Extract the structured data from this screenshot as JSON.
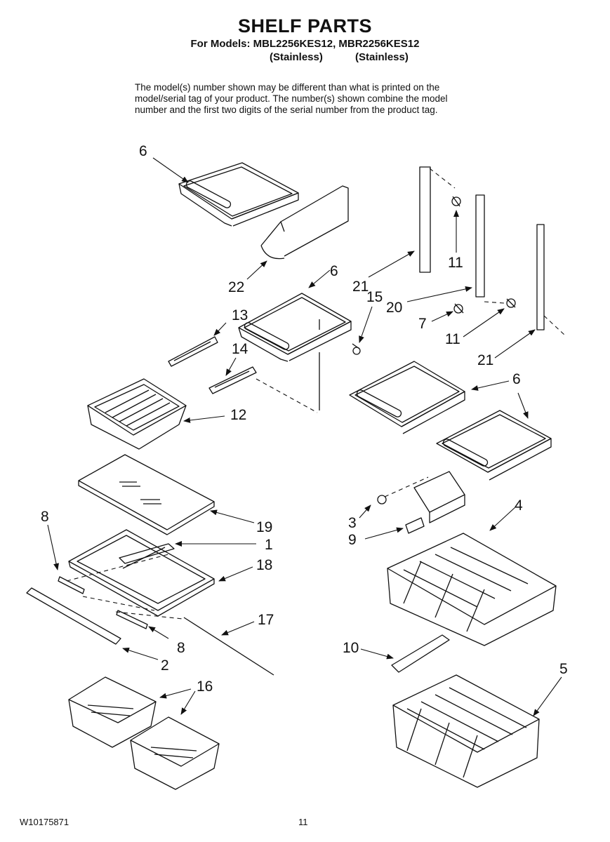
{
  "header": {
    "title": "SHELF PARTS",
    "models_line": "For Models: MBL2256KES12, MBR2256KES12",
    "variant_left": "(Stainless)",
    "variant_right": "(Stainless)"
  },
  "note": {
    "line1": "The model(s) number shown may be different than what is printed on the",
    "line2": "model/serial tag of your product. The number(s) shown combine the model",
    "line3": "number and the first two digits of the serial number from the product tag."
  },
  "callouts": {
    "c6a": "6",
    "c22": "22",
    "c6b": "6",
    "c21a": "21",
    "c15": "15",
    "c13": "13",
    "c20": "20",
    "c11a": "11",
    "c7": "7",
    "c11b": "11",
    "c14": "14",
    "c21b": "21",
    "c6c": "6",
    "c12": "12",
    "c3": "3",
    "c4": "4",
    "c8a": "8",
    "c19": "19",
    "c9": "9",
    "c1": "1",
    "c18": "18",
    "c17": "17",
    "c8b": "8",
    "c10": "10",
    "c2": "2",
    "c5": "5",
    "c16": "16"
  },
  "footer": {
    "part_number": "W10175871",
    "page_number": "11"
  }
}
